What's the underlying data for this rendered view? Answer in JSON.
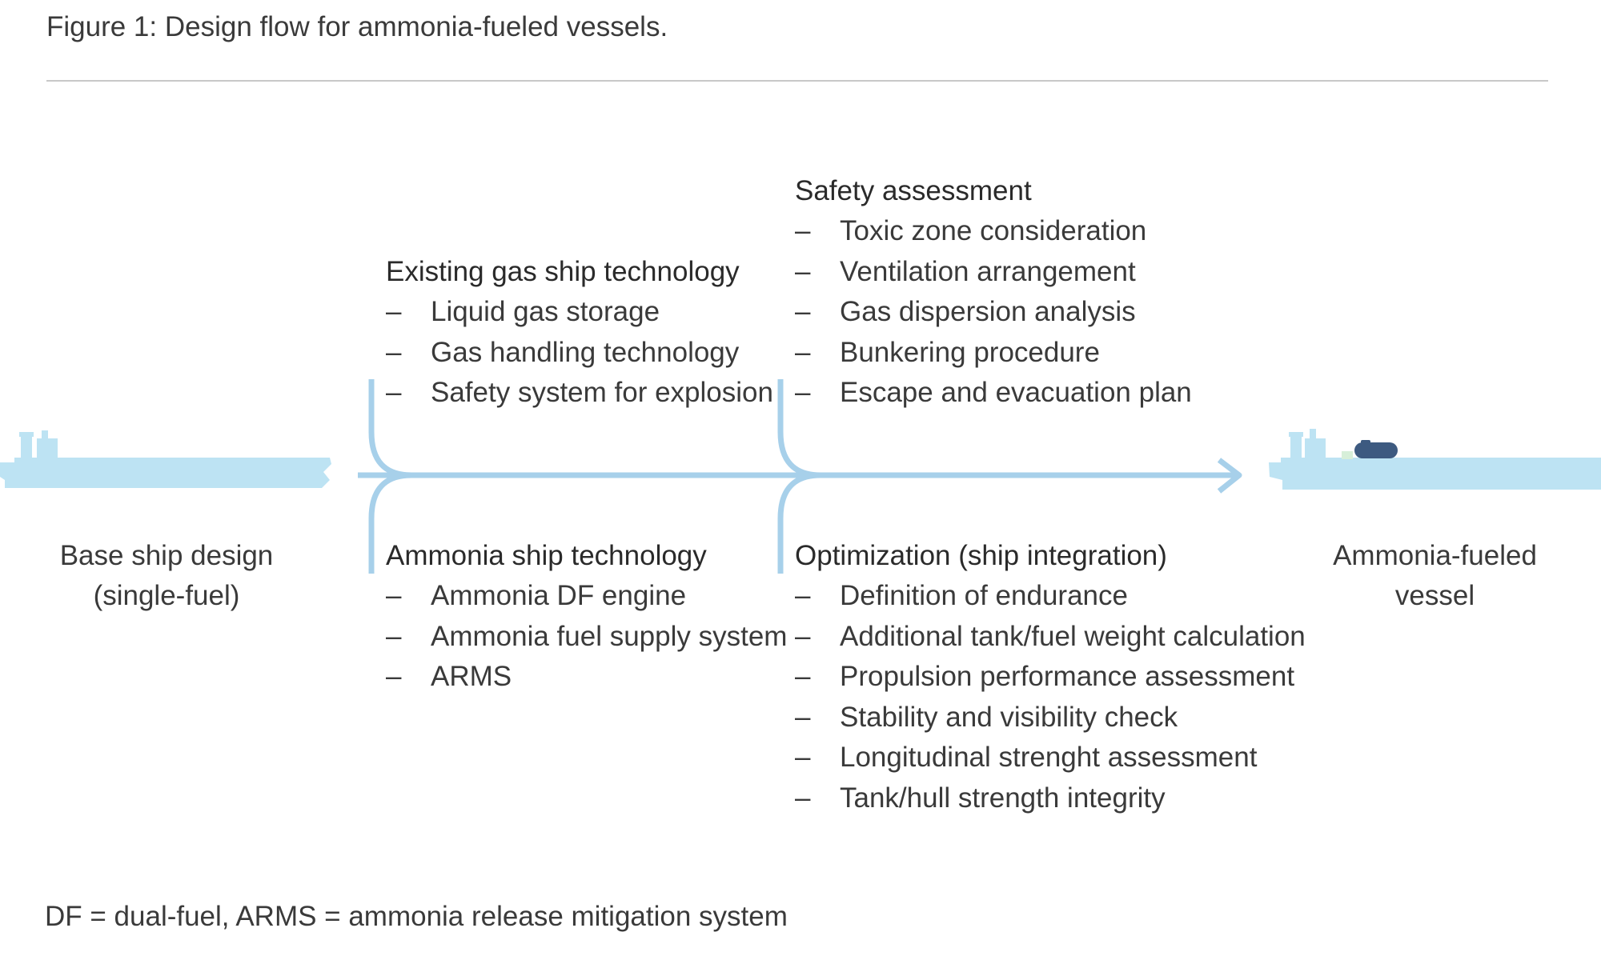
{
  "figure_title": "Figure 1: Design flow for ammonia-fueled vessels.",
  "footnote": "DF = dual-fuel, ARMS = ammonia release mitigation system",
  "colors": {
    "flow_line": "#a7d0ea",
    "ship_hull": "#bde3f3",
    "fuel_tank": "#3d5a80",
    "text": "#2b2b2b",
    "rule": "#c8c8c8"
  },
  "start": {
    "line1": "Base ship design",
    "line2": "(single-fuel)"
  },
  "end": {
    "line1": "Ammonia-fueled",
    "line2": "vessel"
  },
  "existing_gas": {
    "heading": "Existing gas ship technology",
    "items": [
      "Liquid gas storage",
      "Gas handling technology",
      "Safety system for explosion"
    ]
  },
  "ammonia_tech": {
    "heading": "Ammonia ship technology",
    "items": [
      "Ammonia DF engine",
      "Ammonia fuel supply system",
      "ARMS"
    ]
  },
  "safety": {
    "heading": "Safety assessment",
    "items": [
      "Toxic zone consideration",
      "Ventilation arrangement",
      "Gas dispersion analysis",
      "Bunkering procedure",
      "Escape and evacuation plan"
    ]
  },
  "optimization": {
    "heading": "Optimization (ship integration)",
    "items": [
      "Definition of endurance",
      "Additional tank/fuel weight calculation",
      "Propulsion performance assessment",
      "Stability and visibility check",
      "Longitudinal strenght assessment",
      "Tank/hull strength integrity"
    ]
  },
  "dash_glyph": "–",
  "icons": {
    "base_ship": "ship-icon",
    "final_ship": "ammonia-ship-icon",
    "flow": "flow-arrow-icon"
  }
}
